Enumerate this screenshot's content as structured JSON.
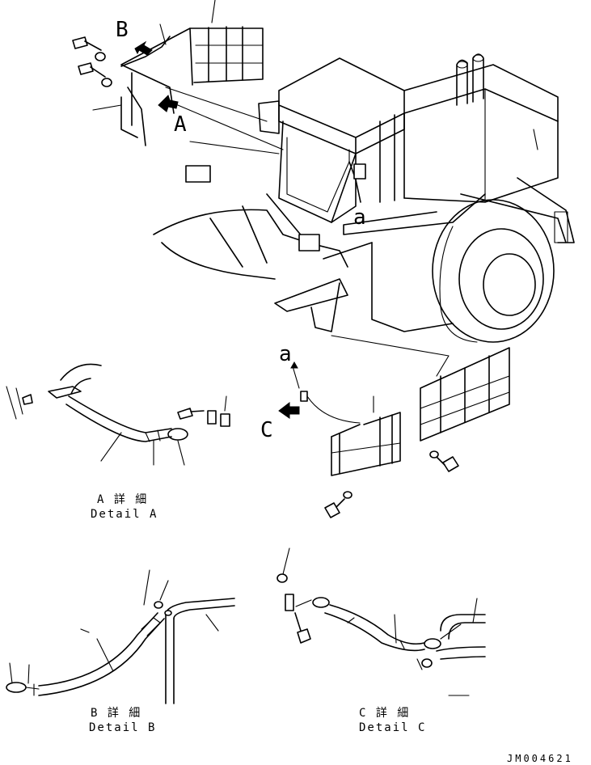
{
  "labels": {
    "view_a": "A",
    "view_b": "B",
    "view_c": "C",
    "point_a_upper": "a",
    "point_a_lower": "a"
  },
  "details": {
    "a": {
      "jp": "A 詳 細",
      "en": "Detail A"
    },
    "b": {
      "jp": "B 詳 細",
      "en": "Detail B"
    },
    "c": {
      "jp": "C 詳 細",
      "en": "Detail C"
    }
  },
  "drawing_number": "JM004621",
  "colors": {
    "line": "#000000",
    "paper": "#ffffff"
  }
}
